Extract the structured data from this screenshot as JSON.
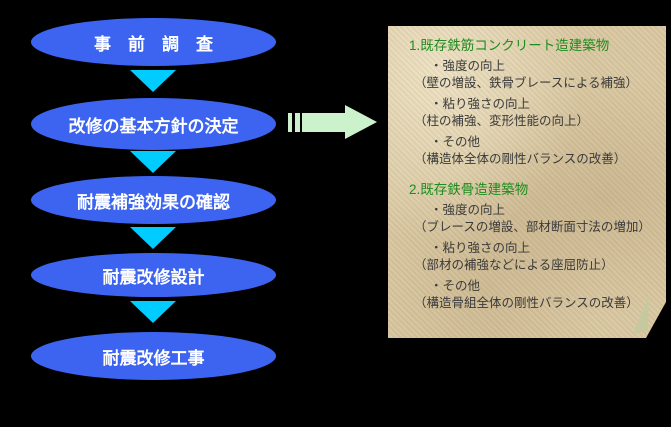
{
  "flow": {
    "steps": [
      {
        "label": "事　前　調　査"
      },
      {
        "label": "改修の基本方針の決定"
      },
      {
        "label": "耐震補強効果の確認"
      },
      {
        "label": "耐震改修設計"
      },
      {
        "label": "耐震改修工事"
      }
    ]
  },
  "note": {
    "sections": [
      {
        "heading": "1.既存鉄筋コンクリート造建築物",
        "items": [
          {
            "bullet": "・強度の向上",
            "detail": "（壁の増設、鉄骨ブレースによる補強）"
          },
          {
            "bullet": "・粘り強さの向上",
            "detail": "（柱の補強、変形性能の向上）"
          },
          {
            "bullet": "・その他",
            "detail": "（構造体全体の剛性バランスの改善）"
          }
        ]
      },
      {
        "heading": "2.既存鉄骨造建築物",
        "items": [
          {
            "bullet": "・強度の向上",
            "detail": "（ブレースの増設、部材断面寸法の増加）"
          },
          {
            "bullet": "・粘り強さの向上",
            "detail": "（部材の補強などによる座屈防止）"
          },
          {
            "bullet": "・その他",
            "detail": "（構造骨組全体の剛性バランスの改善）"
          }
        ]
      }
    ]
  },
  "colors": {
    "background": "#000000",
    "ellipse_fill": "#3c64f1",
    "ellipse_text": "#ffffff",
    "down_arrow": "#00ccff",
    "pointer_arrow": "#ccf2cc",
    "note_background": "#d9c8a2",
    "note_heading_green": "#1e8c1e",
    "note_text": "#3a3a3a",
    "folded_corner": "#c6c99e"
  }
}
